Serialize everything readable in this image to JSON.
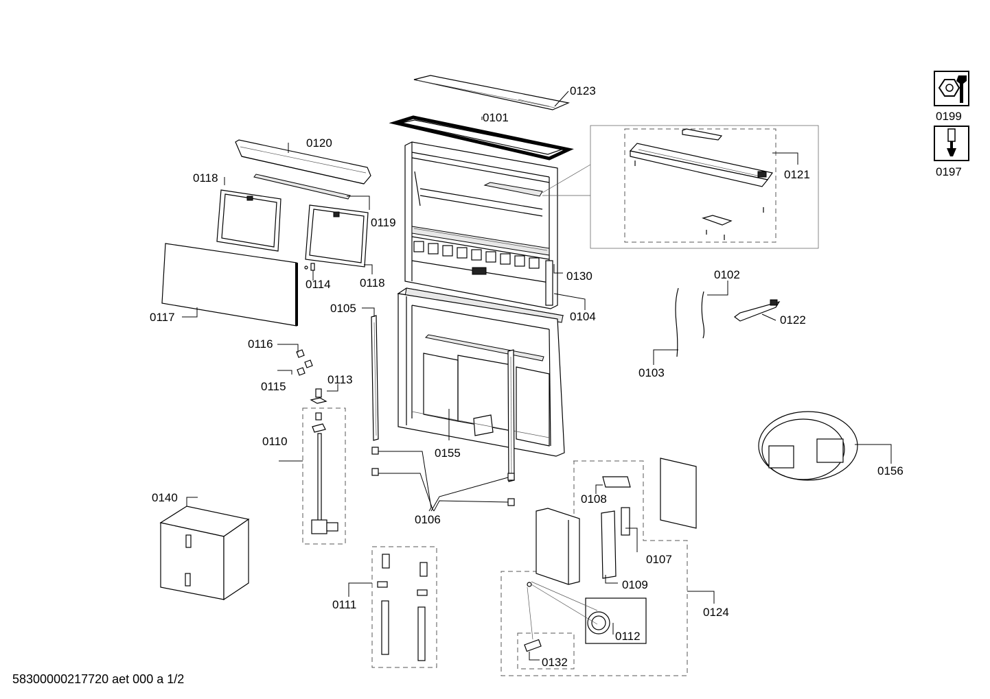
{
  "footer_text": "58300000217720 aet 000 a 1/2",
  "side_icons": [
    {
      "name": "tool-wrench-nut-icon",
      "label": "0199"
    },
    {
      "name": "tool-screwdriver-icon",
      "label": "0197"
    }
  ],
  "part_labels": [
    {
      "id": "0123",
      "text": "0123"
    },
    {
      "id": "0101",
      "text": "0101"
    },
    {
      "id": "0120",
      "text": "0120"
    },
    {
      "id": "0118a",
      "text": "0118"
    },
    {
      "id": "0119",
      "text": "0119"
    },
    {
      "id": "0118b",
      "text": "0118"
    },
    {
      "id": "0114",
      "text": "0114"
    },
    {
      "id": "0117",
      "text": "0117"
    },
    {
      "id": "0121",
      "text": "0121"
    },
    {
      "id": "0130",
      "text": "0130"
    },
    {
      "id": "0104",
      "text": "0104"
    },
    {
      "id": "0105",
      "text": "0105"
    },
    {
      "id": "0102",
      "text": "0102"
    },
    {
      "id": "0122",
      "text": "0122"
    },
    {
      "id": "0103",
      "text": "0103"
    },
    {
      "id": "0116",
      "text": "0116"
    },
    {
      "id": "0115",
      "text": "0115"
    },
    {
      "id": "0113",
      "text": "0113"
    },
    {
      "id": "0110",
      "text": "0110"
    },
    {
      "id": "0155",
      "text": "0155"
    },
    {
      "id": "0156",
      "text": "0156"
    },
    {
      "id": "0106",
      "text": "0106"
    },
    {
      "id": "0108",
      "text": "0108"
    },
    {
      "id": "0140",
      "text": "0140"
    },
    {
      "id": "0107",
      "text": "0107"
    },
    {
      "id": "0109",
      "text": "0109"
    },
    {
      "id": "0111",
      "text": "0111"
    },
    {
      "id": "0124",
      "text": "0124"
    },
    {
      "id": "0112",
      "text": "0112"
    },
    {
      "id": "0132",
      "text": "0132"
    }
  ]
}
